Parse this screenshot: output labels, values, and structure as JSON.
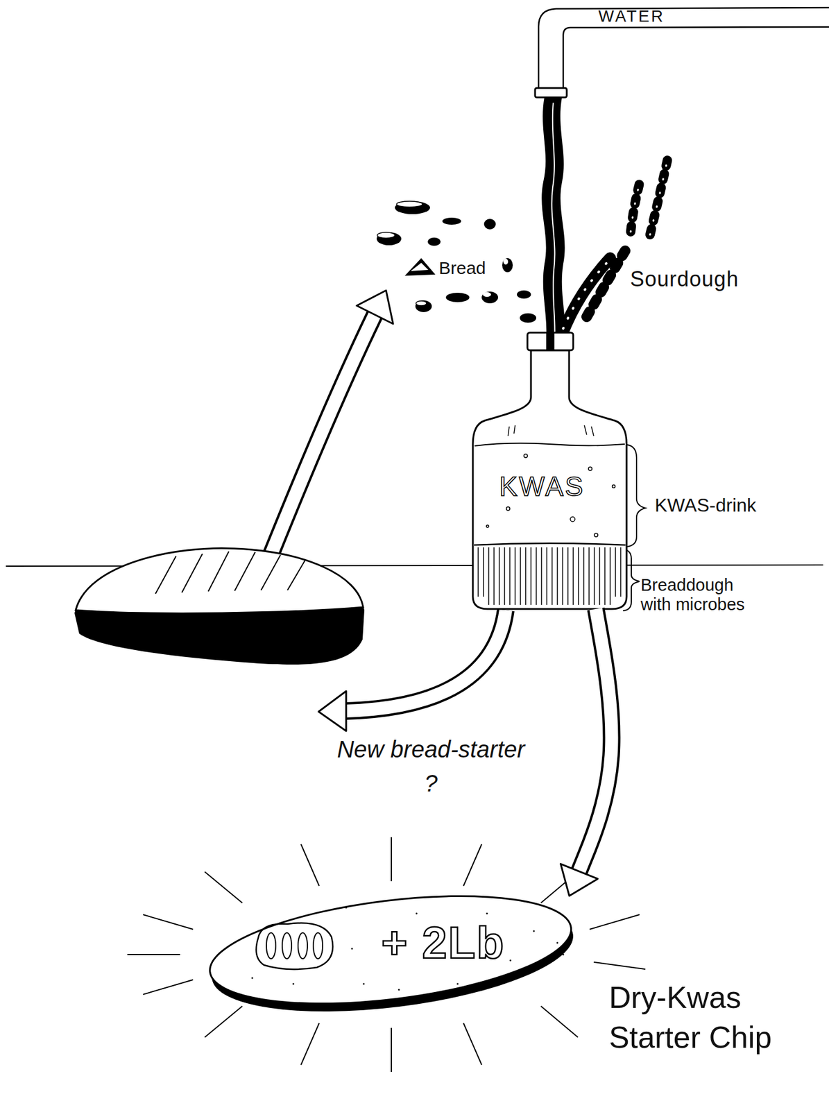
{
  "diagram": {
    "nodes": [
      {
        "text": [
          "KWAS",
          "KWAS-drink",
          "Breaddough with microbes"
        ]
      },
      {
        "text": [
          "+ 2Lb",
          "Dry-Kwas Starter Chip"
        ]
      }
    ],
    "edges": [
      {
        "from": 0,
        "to": 1,
        "arrow": "to"
      }
    ],
    "labels": [
      "WATER",
      "Bread",
      "Sourdough",
      "New bread-starter ?"
    ]
  }
}
